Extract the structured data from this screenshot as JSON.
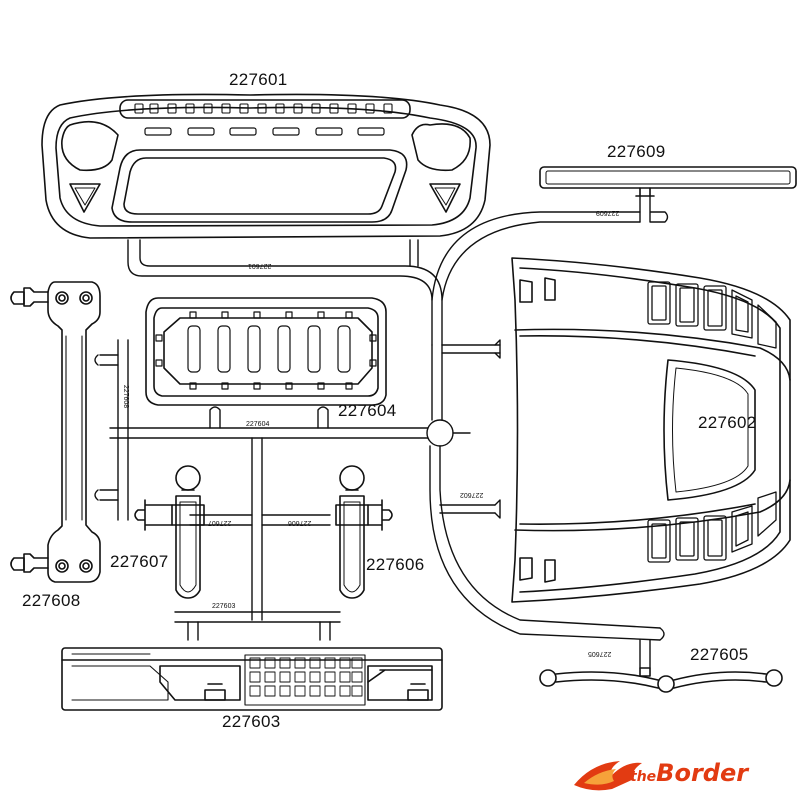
{
  "parts": [
    {
      "id": "227601",
      "name": "front-grille"
    },
    {
      "id": "227602",
      "name": "hood"
    },
    {
      "id": "227603",
      "name": "rear-bumper"
    },
    {
      "id": "227604",
      "name": "roof-rack"
    },
    {
      "id": "227605",
      "name": "light-bar-mount"
    },
    {
      "id": "227606",
      "name": "right-mirror"
    },
    {
      "id": "227607",
      "name": "left-mirror"
    },
    {
      "id": "227608",
      "name": "side-rail"
    },
    {
      "id": "227609",
      "name": "light-bar"
    }
  ],
  "sprue_tags": {
    "t601": "227601",
    "t609": "227609",
    "t608": "227608",
    "t604": "227604",
    "t607": "227607",
    "t606": "227606",
    "t602": "227602",
    "t603": "227603",
    "t605": "227605"
  },
  "logo": {
    "prefix": "the",
    "word": "Border",
    "color": "#e23b12"
  }
}
